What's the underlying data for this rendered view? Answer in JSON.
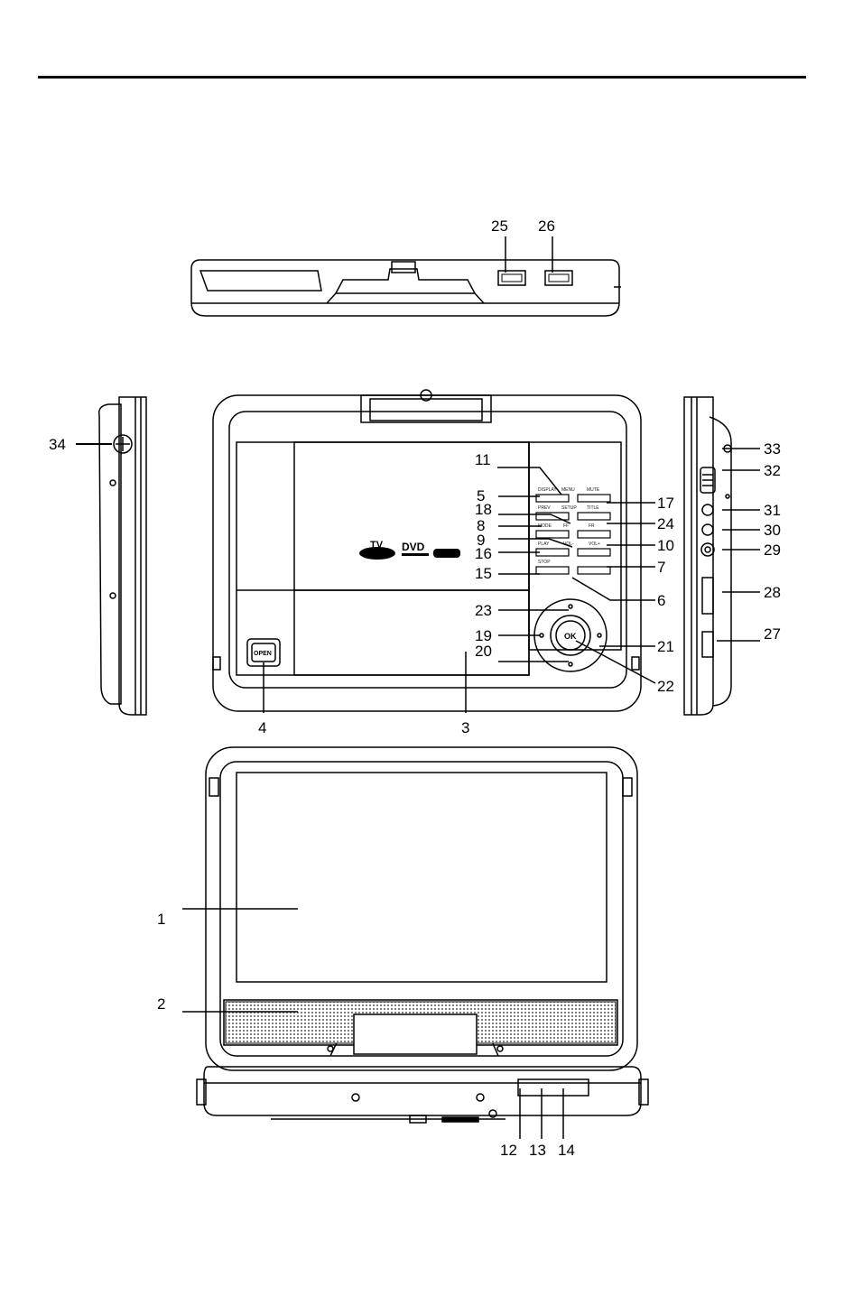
{
  "callouts": {
    "c1": "1",
    "c2": "2",
    "c3": "3",
    "c4": "4",
    "c5": "5",
    "c6": "6",
    "c7": "7",
    "c8": "8",
    "c9": "9",
    "c10": "10",
    "c11": "11",
    "c12": "12",
    "c13": "13",
    "c14": "14",
    "c15": "15",
    "c16": "16",
    "c17": "17",
    "c18": "18",
    "c19": "19",
    "c20": "20",
    "c21": "21",
    "c22": "22",
    "c23": "23",
    "c24": "24",
    "c25": "25",
    "c26": "26",
    "c27": "27",
    "c28": "28",
    "c29": "29",
    "c30": "30",
    "c31": "31",
    "c32": "32",
    "c33": "33",
    "c34": "34"
  },
  "device_labels": {
    "open_button": "OPEN",
    "ok_button": "OK",
    "logo_tv": "TV",
    "logo_dvd": "DVD"
  }
}
